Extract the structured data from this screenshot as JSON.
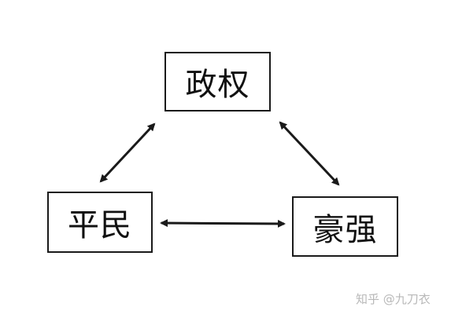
{
  "nodes": {
    "regime": "政权",
    "commoners": "平民",
    "magnates": "豪强"
  },
  "edges": [
    {
      "from": "regime",
      "to": "commoners",
      "direction": "bidirectional"
    },
    {
      "from": "regime",
      "to": "magnates",
      "direction": "bidirectional"
    },
    {
      "from": "commoners",
      "to": "magnates",
      "direction": "bidirectional"
    }
  ],
  "watermark": "知乎 @九刀衣",
  "colors": {
    "stroke": "#1a1a1a",
    "text": "#111111",
    "watermark": "#b8b8b8",
    "background": "#ffffff"
  }
}
